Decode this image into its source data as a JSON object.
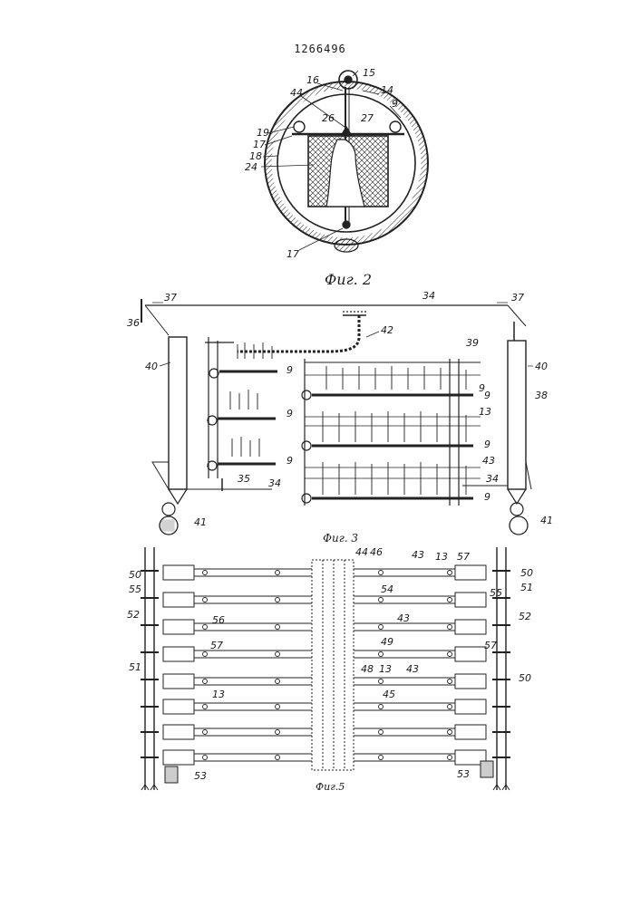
{
  "patent_number": "1266496",
  "figures": {
    "fig2": {
      "caption": "Фиг. 2",
      "labels": {
        "l15": "15",
        "l16": "16",
        "l14": "14",
        "l44": "44",
        "l9": "9",
        "l19": "19",
        "l26": "26",
        "l27": "27",
        "l17a": "17",
        "l18": "18",
        "l24": "24",
        "l17b": "17"
      }
    },
    "fig3": {
      "caption": "Фиг. 3",
      "labels": {
        "l37a": "37",
        "l36": "36",
        "l34a": "34",
        "l37b": "37",
        "l42": "42",
        "l39": "39",
        "l40a": "40",
        "l40b": "40",
        "l38": "38",
        "l9a": "9",
        "l9b": "9",
        "l9c": "9",
        "l13": "13",
        "l9d": "9",
        "l9e": "9",
        "l43": "43",
        "l9f": "9",
        "l34b": "34",
        "l35": "35",
        "l34c": "34",
        "l9g": "9",
        "l41a": "41",
        "l41b": "41"
      }
    },
    "fig5": {
      "caption": "Фиг.5",
      "labels": {
        "l44": "44",
        "l46": "46",
        "l43a": "43",
        "l13a": "13",
        "l57a": "57",
        "l50a": "50",
        "l50b": "50",
        "l55a": "55",
        "l54": "54",
        "l55b": "55",
        "l51a": "51",
        "l52a": "52",
        "l43b": "43",
        "l52b": "52",
        "l56": "56",
        "l57b": "57",
        "l49": "49",
        "l57c": "57",
        "l51b": "51",
        "l48": "48",
        "l13b": "13",
        "l43c": "43",
        "l50c": "50",
        "l13c": "13",
        "l45": "45",
        "l53a": "53",
        "l53b": "53"
      }
    }
  }
}
